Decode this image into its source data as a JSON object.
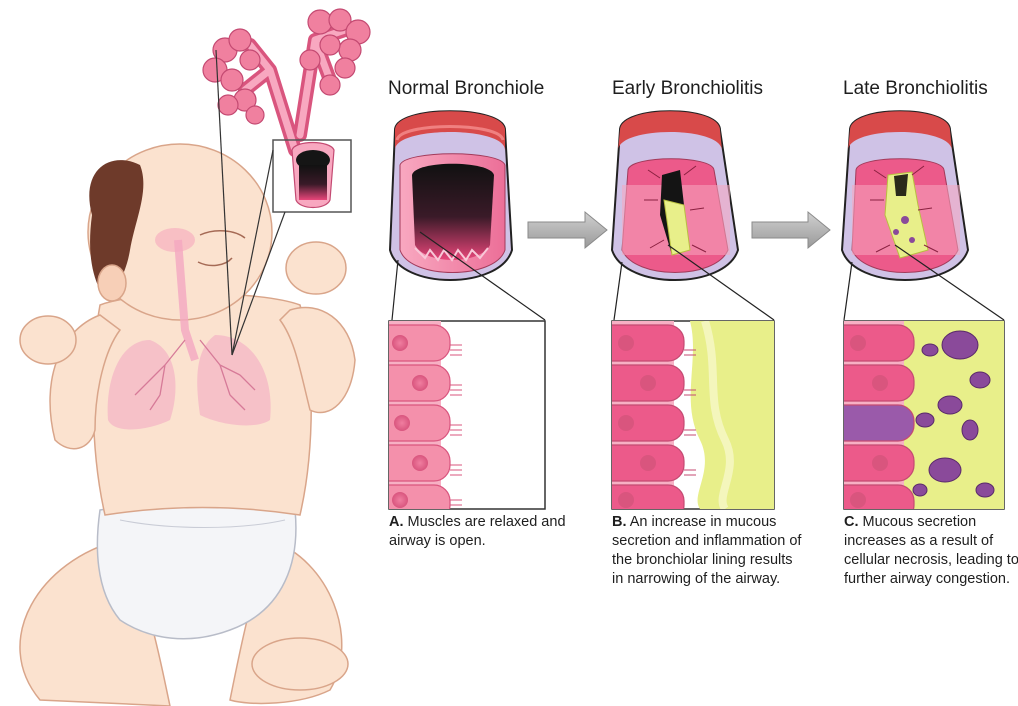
{
  "stages": [
    {
      "title": "Normal Bronchiole",
      "letter": "A.",
      "text": "Muscles are relaxed and airway is open."
    },
    {
      "title": "Early Bronchiolitis",
      "letter": "B.",
      "text": "An increase in mucous secretion and inflammation of the bronchiolar lining results in narrowing of the airway."
    },
    {
      "title": "Late Bronchiolitis",
      "letter": "C.",
      "text": "Mucous secretion increases as a result of cellular necrosis, leading to further airway congestion."
    }
  ],
  "colors": {
    "tissue_pink": "#e8467a",
    "muscle_band": "#d84a4a",
    "outer_lavender": "#b8a8d8",
    "lumen_dark": "#141414",
    "mucus_yellow": "#e8ef8a",
    "necrotic_purple": "#8a4a9a",
    "skin": "#fbe2cf",
    "hair": "#6e3a2a",
    "diaper": "#f4f5f8"
  }
}
